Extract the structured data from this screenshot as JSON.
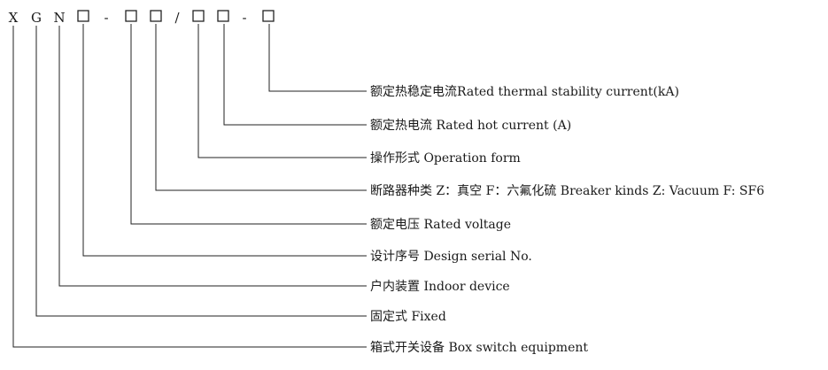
{
  "code": {
    "chars": [
      "X",
      "G",
      "N",
      "□",
      "-",
      "□",
      "□",
      "/",
      "□",
      "□",
      "-",
      "□"
    ]
  },
  "labels": [
    "额定热稳定电流Rated thermal stability current(kA)",
    "额定热电流 Rated hot current (A)",
    "操作形式 Operation form",
    "断路器种类 Z：真空 F：六氟化硫  Breaker kinds Z: Vacuum F: SF6",
    "额定电压 Rated voltage",
    "设计序号 Design serial No.",
    "户内装置 Indoor device",
    "固定式 Fixed",
    "箱式开关设备 Box switch equipment"
  ]
}
